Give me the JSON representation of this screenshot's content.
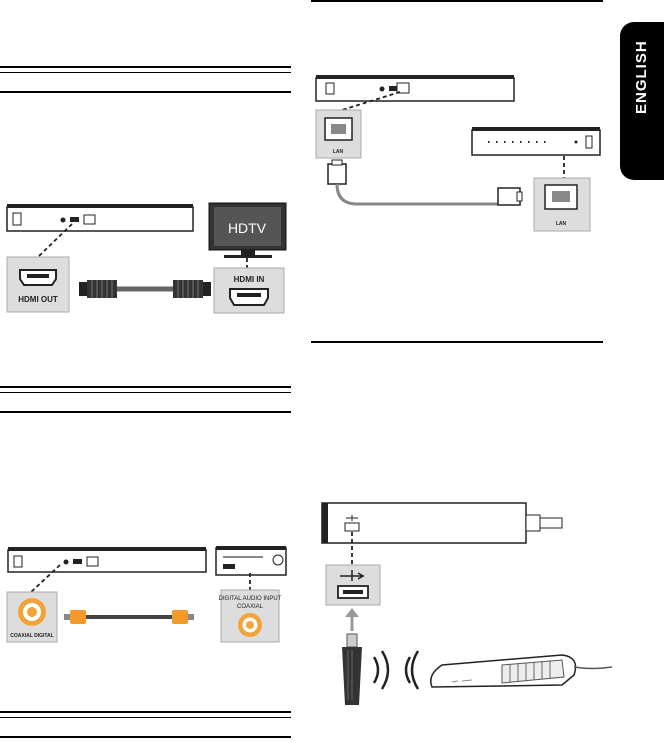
{
  "side_tab": {
    "label": "ENGLISH"
  },
  "hdmi_figure": {
    "tv_label": "HDTV",
    "player_port_label": "HDMI OUT",
    "tv_port_label": "HDMI IN"
  },
  "coaxial_figure": {
    "player_port_label": "COAXIAL DIGITAL",
    "receiver_port_line1": "DIGITAL AUDIO INPUT",
    "receiver_port_line2": "COAXIAL"
  },
  "lan_figure": {
    "player_jack_label": "LAN",
    "router_jack_label": "LAN"
  }
}
